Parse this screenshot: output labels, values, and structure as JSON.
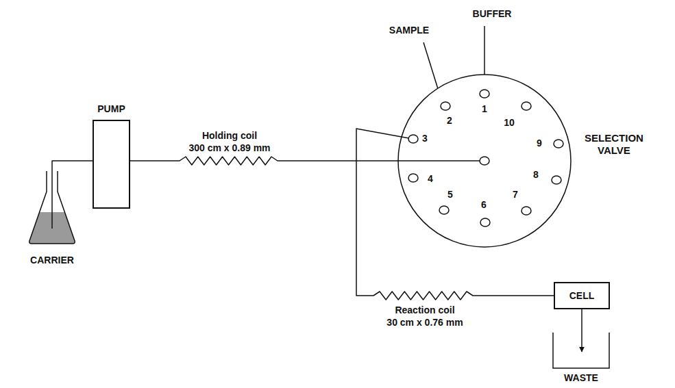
{
  "diagram": {
    "nodes": [
      {
        "text": [
          "CARRIER"
        ]
      },
      {
        "text": [
          "PUMP"
        ]
      },
      {
        "text": [
          "SELECTION VALVE"
        ]
      },
      {
        "text": [
          "CELL"
        ]
      },
      {
        "text": [
          "WASTE"
        ]
      }
    ],
    "edges": [
      {
        "from": 0,
        "to": 1,
        "arrow": "none"
      },
      {
        "from": 1,
        "to": 2,
        "arrow": "none"
      },
      {
        "from": 2,
        "to": 3,
        "arrow": "none"
      },
      {
        "from": 3,
        "to": 4,
        "arrow": "to"
      }
    ],
    "labels": [
      "SAMPLE",
      "BUFFER",
      "1",
      "2",
      "10",
      "3",
      "9",
      "4",
      "8",
      "5",
      "7",
      "6",
      "Holding coil",
      "300 cm x 0.89 mm",
      "Reaction coil",
      "30 cm x 0.76 mm"
    ]
  }
}
